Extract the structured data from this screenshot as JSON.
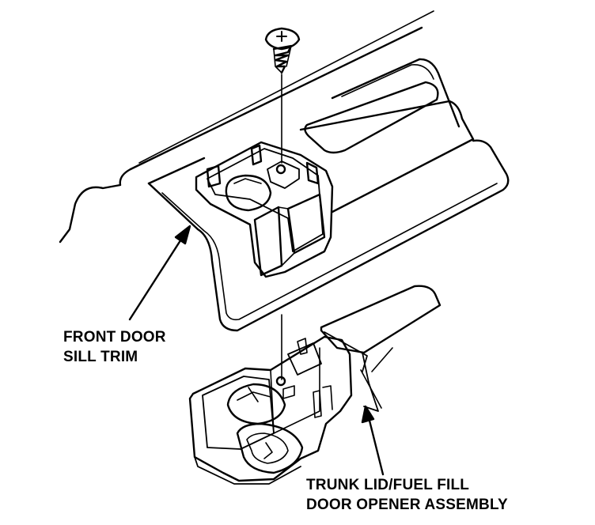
{
  "diagram": {
    "labels": {
      "front_door_sill_trim": [
        "FRONT DOOR",
        "SILL TRIM"
      ],
      "trunk_lid_fuel_fill_door_opener_assembly": [
        "TRUNK LID/FUEL FILL",
        "DOOR OPENER ASSEMBLY"
      ]
    },
    "colors": {
      "line": "#000000",
      "background": "#ffffff"
    }
  }
}
